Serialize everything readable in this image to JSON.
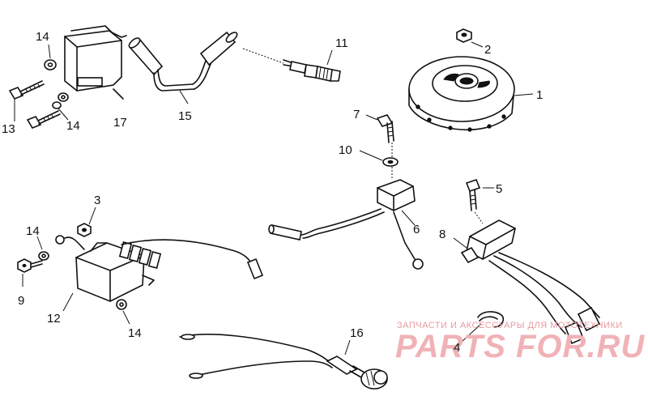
{
  "callouts": {
    "c1": "1",
    "c2": "2",
    "c3": "3",
    "c4": "4",
    "c5": "5",
    "c6": "6",
    "c7": "7",
    "c8": "8",
    "c9": "9",
    "c10": "10",
    "c11": "11",
    "c12": "12",
    "c13": "13",
    "c14a": "14",
    "c14b": "14",
    "c14c": "14",
    "c14d": "14",
    "c15": "15",
    "c16": "16",
    "c17": "17"
  },
  "watermark": {
    "tagline": "ЗАПЧАСТИ И АКСЕССУАРЫ ДЛЯ МОТОТЕХНИКИ",
    "brand": "PARTS FOR.RU",
    "color": "#f0b2b6"
  }
}
